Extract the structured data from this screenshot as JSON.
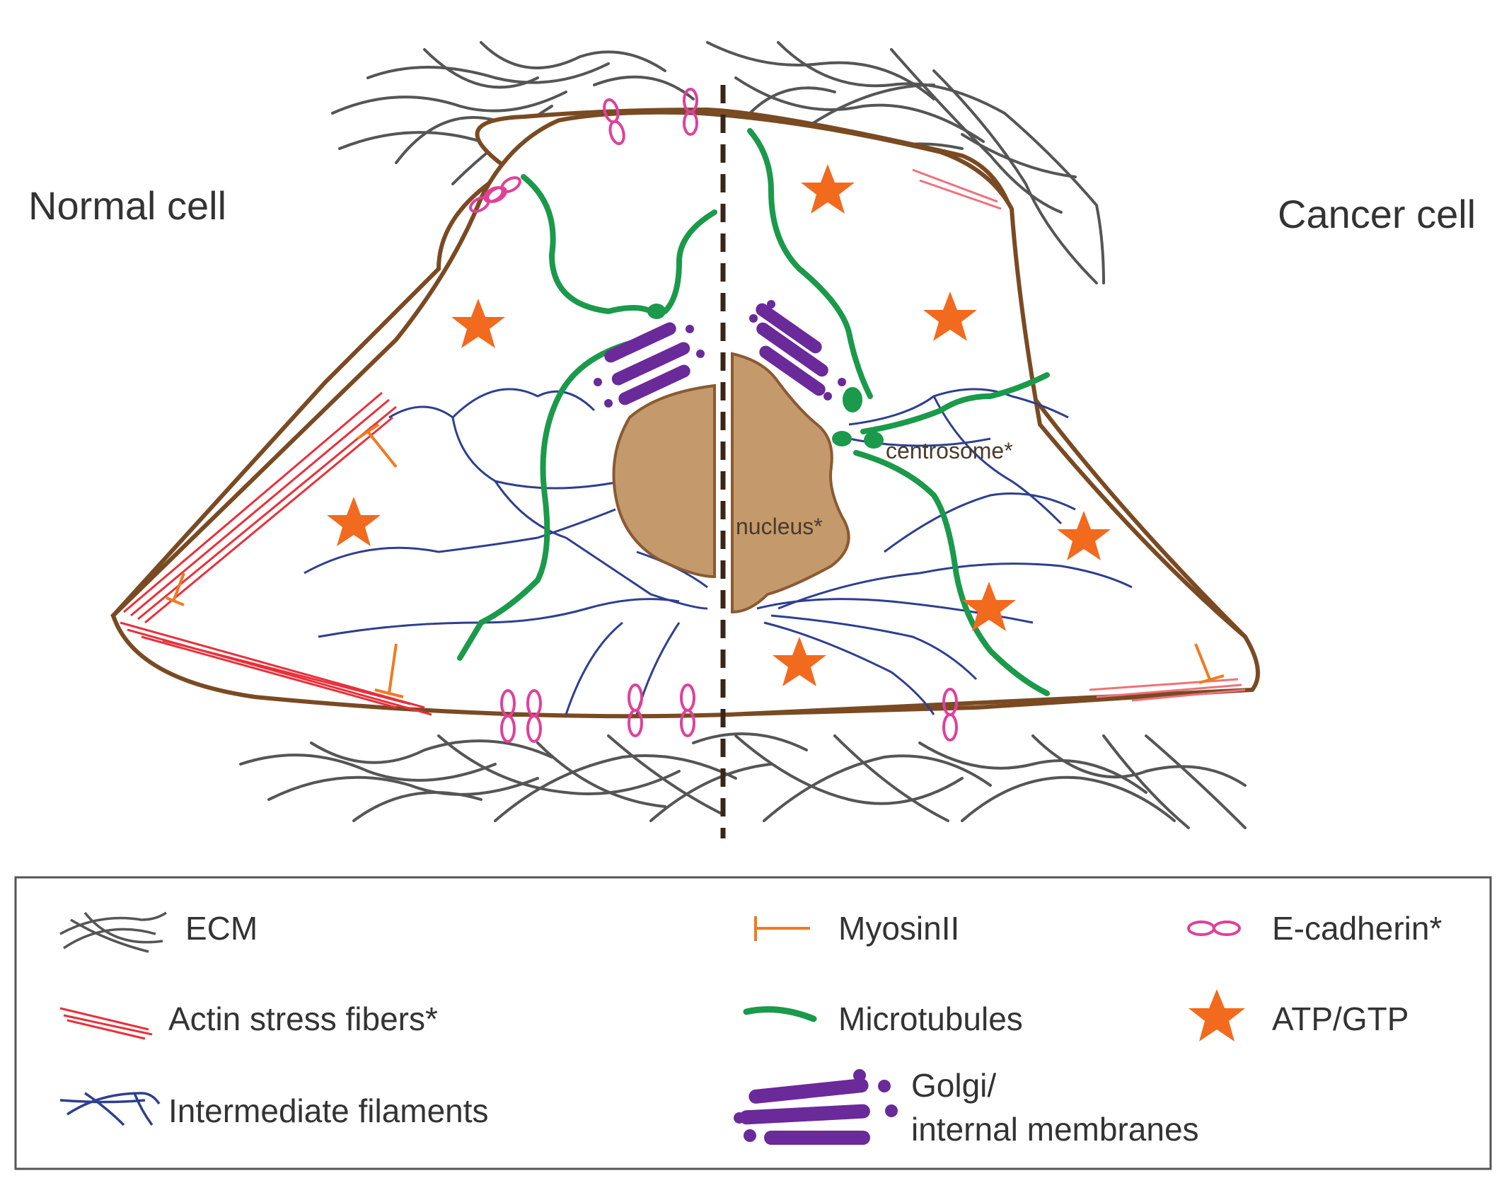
{
  "labels": {
    "left_title": "Normal cell",
    "right_title": "Cancer cell",
    "nucleus": "nucleus*",
    "centrosome": "centrosome*"
  },
  "legend": {
    "ecm": "ECM",
    "actin": "Actin stress fibers*",
    "intermediate": "Intermediate filaments",
    "myosin": "MyosinII",
    "microtubules": "Microtubules",
    "golgi_line1": "Golgi/",
    "golgi_line2": "internal membranes",
    "ecadherin": "E-cadherin*",
    "atp": "ATP/GTP"
  },
  "colors": {
    "membrane": "#7a4a22",
    "nucleus_fill": "#c49a6c",
    "ecm": "#555555",
    "actin": "#e8303a",
    "intermediate": "#2e3f8f",
    "microtubule": "#1a9a4a",
    "golgi": "#6a2a9a",
    "myosin": "#f07a20",
    "ecadherin": "#e0409a",
    "atp": "#f26a1e"
  }
}
